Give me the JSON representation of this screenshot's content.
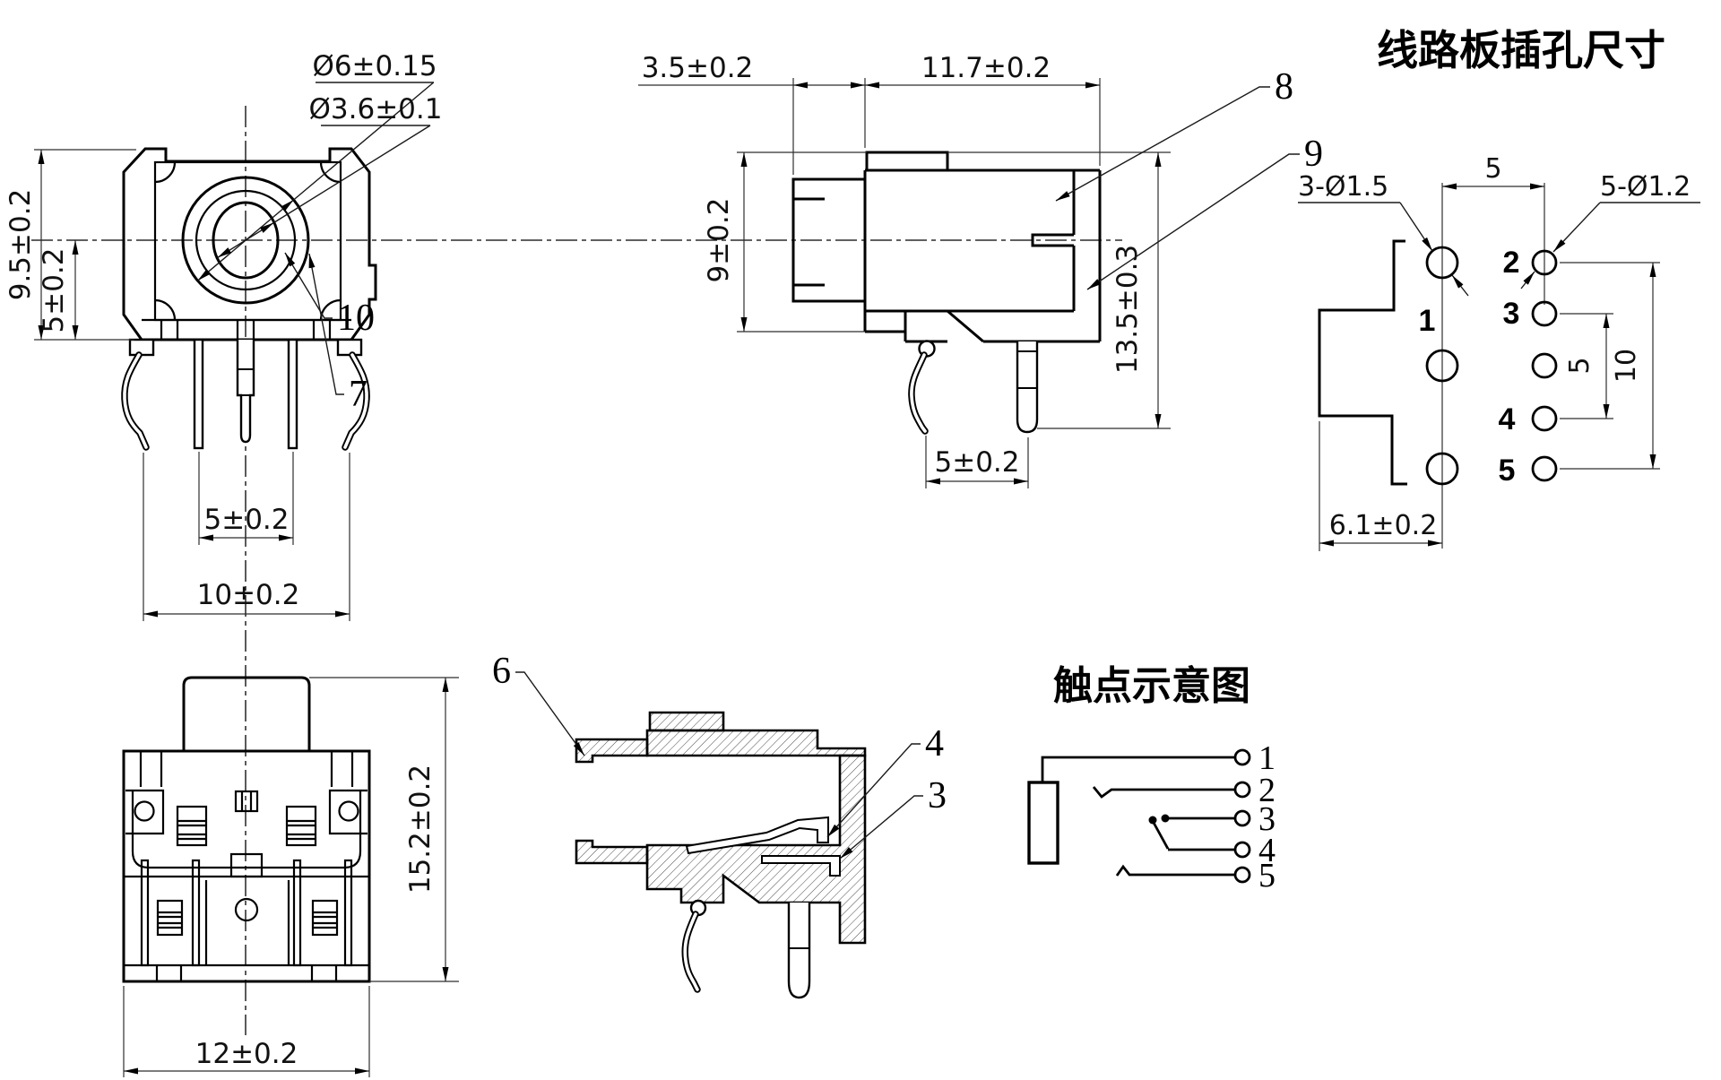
{
  "drawing": {
    "background": "#ffffff",
    "line_color": "#000000",
    "dim_color": "#2e2e2e",
    "front_view": {
      "dia_outer": "Ø6±0.15",
      "dia_inner": "Ø3.6±0.1",
      "dim_height": "9.5±0.2",
      "dim_half_height": "5±0.2",
      "dim_pin_span_inner": "5±0.2",
      "dim_pin_span_outer": "10±0.2",
      "callout_10": "10",
      "callout_7": "7"
    },
    "side_view": {
      "dim_nose_length": "3.5±0.2",
      "dim_body_length": "11.7±0.2",
      "dim_height": "9±0.2",
      "dim_total_height": "13.5±0.3",
      "dim_pin_span": "5±0.2",
      "callout_8": "8",
      "callout_9": "9"
    },
    "bottom_view": {
      "dim_height": "15.2±0.2",
      "dim_width": "12±0.2"
    },
    "section_view": {
      "callout_6": "6",
      "callout_4": "4",
      "callout_3": "3"
    },
    "pcb_view": {
      "title": "线路板插孔尺寸",
      "leader_left_holes": "3-Ø1.5",
      "leader_right_holes": "5-Ø1.2",
      "dim_column_spacing": "5",
      "dim_row_spacing": "5",
      "dim_row_total": "10",
      "dim_edge_offset": "6.1±0.2",
      "hole_labels": [
        "1",
        "2",
        "3",
        "4",
        "5"
      ]
    },
    "schematic": {
      "title": "触点示意图",
      "pin_labels": [
        "1",
        "2",
        "3",
        "4",
        "5"
      ]
    }
  }
}
